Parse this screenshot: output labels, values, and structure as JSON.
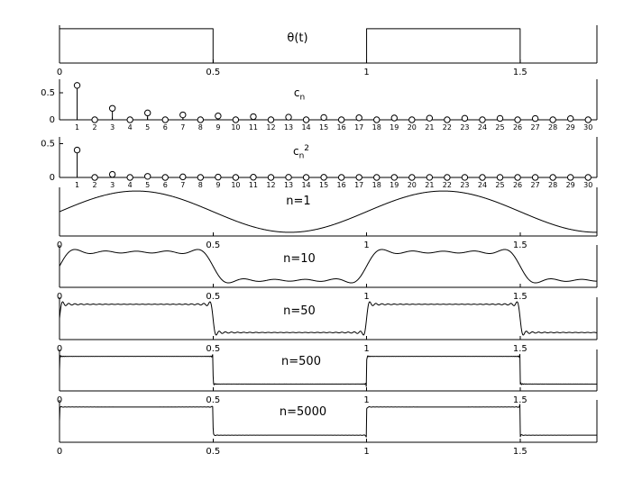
{
  "figure": {
    "background": "#ffffff",
    "line_color": "#000000"
  },
  "chart_data": [
    {
      "id": "theta",
      "type": "line",
      "title": "θ(t)",
      "signal": "square",
      "high": 1,
      "low": 0,
      "period": 1,
      "duty_cycle": 0.5,
      "xlim": [
        0,
        1.75
      ],
      "ylim": [
        0,
        1.1
      ],
      "xticks": [
        0,
        0.5,
        1,
        1.5
      ],
      "xtick_labels": [
        "0",
        "0.5",
        "1",
        "1.5"
      ]
    },
    {
      "id": "cn",
      "type": "stem",
      "title_parts": {
        "base": "c",
        "sub": "n",
        "sup": ""
      },
      "x": [
        1,
        2,
        3,
        4,
        5,
        6,
        7,
        8,
        9,
        10,
        11,
        12,
        13,
        14,
        15,
        16,
        17,
        18,
        19,
        20,
        21,
        22,
        23,
        24,
        25,
        26,
        27,
        28,
        29,
        30
      ],
      "values": [
        0.6366,
        0,
        0.2122,
        0,
        0.1273,
        0,
        0.0909,
        0,
        0.0707,
        0,
        0.0579,
        0,
        0.049,
        0,
        0.0424,
        0,
        0.0374,
        0,
        0.0335,
        0,
        0.0303,
        0,
        0.0277,
        0,
        0.0255,
        0,
        0.0236,
        0,
        0.022,
        0
      ],
      "xlim": [
        0,
        30.5
      ],
      "ylim": [
        0,
        0.75
      ],
      "yticks": [
        0,
        0.5
      ],
      "ytick_labels": [
        "0",
        "0.5"
      ],
      "xtick_labels": [
        "1",
        "2",
        "3",
        "4",
        "5",
        "6",
        "7",
        "8",
        "9",
        "10",
        "11",
        "12",
        "13",
        "14",
        "15",
        "16",
        "17",
        "18",
        "19",
        "20",
        "21",
        "22",
        "23",
        "24",
        "25",
        "26",
        "27",
        "28",
        "29",
        "30"
      ]
    },
    {
      "id": "cn2",
      "type": "stem",
      "title_parts": {
        "base": "c",
        "sub": "n",
        "sup": "2"
      },
      "x": [
        1,
        2,
        3,
        4,
        5,
        6,
        7,
        8,
        9,
        10,
        11,
        12,
        13,
        14,
        15,
        16,
        17,
        18,
        19,
        20,
        21,
        22,
        23,
        24,
        25,
        26,
        27,
        28,
        29,
        30
      ],
      "values": [
        0.4053,
        0,
        0.045,
        0,
        0.0162,
        0,
        0.0083,
        0,
        0.005,
        0,
        0.0034,
        0,
        0.0024,
        0,
        0.0018,
        0,
        0.0014,
        0,
        0.0011,
        0,
        0.0009,
        0,
        0.0008,
        0,
        0.0007,
        0,
        0.0006,
        0,
        0.0005,
        0
      ],
      "xlim": [
        0,
        30.5
      ],
      "ylim": [
        0,
        0.6
      ],
      "yticks": [
        0,
        0.5
      ],
      "ytick_labels": [
        "0",
        "0.5"
      ],
      "xtick_labels": [
        "1",
        "2",
        "3",
        "4",
        "5",
        "6",
        "7",
        "8",
        "9",
        "10",
        "11",
        "12",
        "13",
        "14",
        "15",
        "16",
        "17",
        "18",
        "19",
        "20",
        "21",
        "22",
        "23",
        "24",
        "25",
        "26",
        "27",
        "28",
        "29",
        "30"
      ]
    },
    {
      "id": "n1",
      "type": "line",
      "title": "n=1",
      "signal": "fourier_square_partial_sum",
      "n_max": 1,
      "dc": 0.5,
      "formula": "0.5 + sum over odd k<=n of (2/(k*pi))*sin(2*pi*k*t)",
      "xlim": [
        0,
        1.75
      ],
      "ylim": [
        -0.25,
        1.25
      ],
      "xticks": [
        0,
        0.5,
        1,
        1.5
      ],
      "xtick_labels": [
        "0",
        "0.5",
        "1",
        "1.5"
      ]
    },
    {
      "id": "n10",
      "type": "line",
      "title": "n=10",
      "signal": "fourier_square_partial_sum",
      "n_max": 10,
      "dc": 0.5,
      "formula": "0.5 + sum over odd k<=n of (2/(k*pi))*sin(2*pi*k*t)",
      "xlim": [
        0,
        1.75
      ],
      "ylim": [
        -0.25,
        1.25
      ],
      "xticks": [
        0,
        0.5,
        1,
        1.5
      ],
      "xtick_labels": [
        "0",
        "0.5",
        "1",
        "1.5"
      ]
    },
    {
      "id": "n50",
      "type": "line",
      "title": "n=50",
      "signal": "fourier_square_partial_sum",
      "n_max": 50,
      "dc": 0.5,
      "formula": "0.5 + sum over odd k<=n of (2/(k*pi))*sin(2*pi*k*t)",
      "xlim": [
        0,
        1.75
      ],
      "ylim": [
        -0.25,
        1.25
      ],
      "xticks": [
        0,
        0.5,
        1,
        1.5
      ],
      "xtick_labels": [
        "0",
        "0.5",
        "1",
        "1.5"
      ]
    },
    {
      "id": "n500",
      "type": "line",
      "title": "n=500",
      "signal": "fourier_square_partial_sum",
      "n_max": 500,
      "dc": 0.5,
      "formula": "0.5 + sum over odd k<=n of (2/(k*pi))*sin(2*pi*k*t)",
      "xlim": [
        0,
        1.75
      ],
      "ylim": [
        -0.25,
        1.25
      ],
      "xticks": [
        0,
        0.5,
        1,
        1.5
      ],
      "xtick_labels": [
        "0",
        "0.5",
        "1",
        "1.5"
      ]
    },
    {
      "id": "n5000",
      "type": "line",
      "title": "n=5000",
      "signal": "fourier_square_partial_sum",
      "n_max": 5000,
      "dc": 0.5,
      "formula": "0.5 + sum over odd k<=n of (2/(k*pi))*sin(2*pi*k*t)",
      "xlim": [
        0,
        1.75
      ],
      "ylim": [
        -0.25,
        1.25
      ],
      "xticks": [
        0,
        0.5,
        1,
        1.5
      ],
      "xtick_labels": [
        "0",
        "0.5",
        "1",
        "1.5"
      ]
    }
  ]
}
